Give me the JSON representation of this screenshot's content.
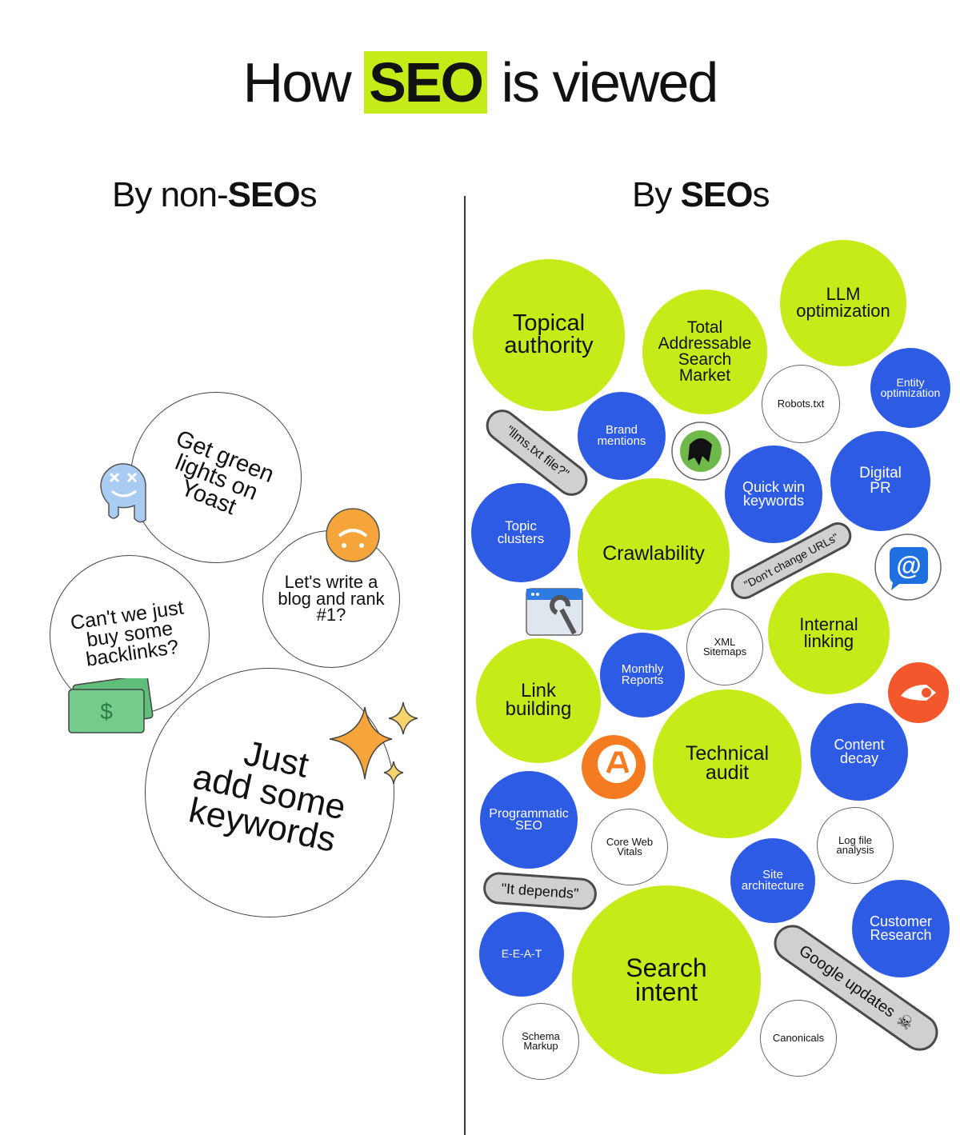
{
  "title": {
    "prefix": "How",
    "highlight": "SEO",
    "suffix": "is viewed"
  },
  "left_heading": {
    "prefix": "By non-",
    "bold": "SEO",
    "suffix": "s"
  },
  "right_heading": {
    "prefix": "By ",
    "bold": "SEO",
    "suffix": "s"
  },
  "non_seo_bubbles": {
    "yoast": "Get green\nlights on\nYoast",
    "blog": "Let's write a\nblog and rank\n#1?",
    "backlinks": "Can't we just\nbuy some\nbacklinks?",
    "keywords": "Just\nadd some\nkeywords"
  },
  "seo_bubbles": {
    "topical_authority": "Topical\nauthority",
    "tasm": "Total\nAddressable\nSearch\nMarket",
    "llm": "LLM\noptimization",
    "robots": "Robots.txt",
    "entity": "Entity\noptimization",
    "brand": "Brand\nmentions",
    "quick_win": "Quick win\nkeywords",
    "digital_pr": "Digital\nPR",
    "topic_clusters": "Topic\nclusters",
    "crawlability": "Crawlability",
    "xml": "XML\nSitemaps",
    "internal_linking": "Internal\nlinking",
    "monthly": "Monthly\nReports",
    "link_building": "Link\nbuilding",
    "technical_audit": "Technical\naudit",
    "content_decay": "Content\ndecay",
    "programmatic": "Programmatic\nSEO",
    "cwv": "Core Web\nVitals",
    "log_file": "Log file\nanalysis",
    "site_arch": "Site\narchitecture",
    "customer": "Customer\nResearch",
    "eeat": "E-E-A-T",
    "search_intent": "Search\nintent",
    "schema": "Schema\nMarkup",
    "canonicals": "Canonicals"
  },
  "pills": {
    "llms": "\"llms.txt file?\"",
    "urls": "\"Don't change URLs\"",
    "depends": "\"It depends\"",
    "google": "Google updates"
  },
  "colors": {
    "green": "#c5ec18",
    "blue": "#2d5be3",
    "pill": "#d0d0d0",
    "orange": "#f47b20"
  }
}
